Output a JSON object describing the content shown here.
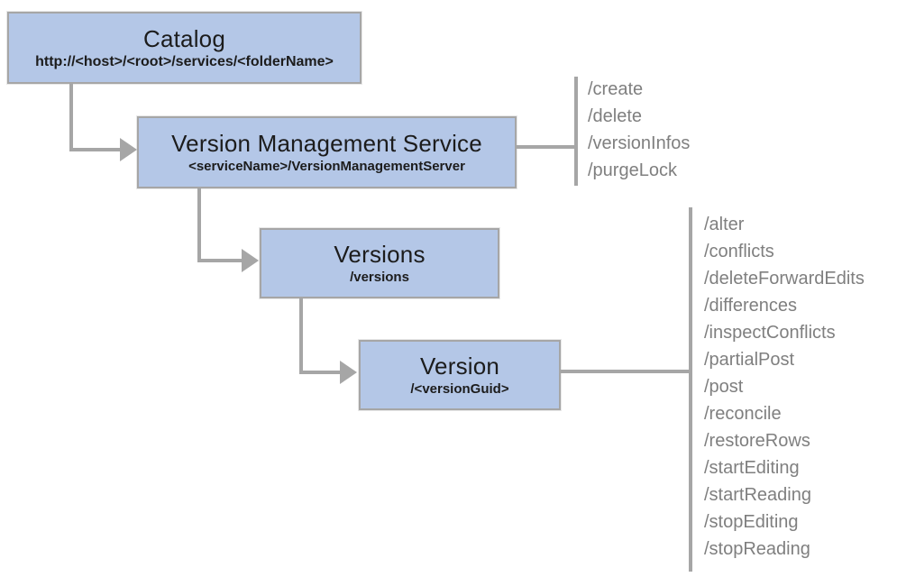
{
  "diagram": {
    "nodes": {
      "catalog": {
        "title": "Catalog",
        "subtitle": "http://<host>/<root>/services/<folderName>"
      },
      "version_management_service": {
        "title": "Version Management Service",
        "subtitle": "<serviceName>/VersionManagementServer",
        "operations": [
          "/create",
          "/delete",
          "/versionInfos",
          "/purgeLock"
        ]
      },
      "versions": {
        "title": "Versions",
        "subtitle": "/versions"
      },
      "version": {
        "title": "Version",
        "subtitle": "/<versionGuid>",
        "operations": [
          "/alter",
          "/conflicts",
          "/deleteForwardEdits",
          "/differences",
          "/inspectConflicts",
          "/partialPost",
          "/post",
          "/reconcile",
          "/restoreRows",
          "/startEditing",
          "/startReading",
          "/stopEditing",
          "/stopReading"
        ]
      }
    }
  },
  "colors": {
    "node_fill": "#b4c7e7",
    "node_border": "#a6a6a6",
    "connector": "#a6a6a6",
    "operation_text": "#7f7f7f",
    "title_text": "#1c1c1c"
  }
}
